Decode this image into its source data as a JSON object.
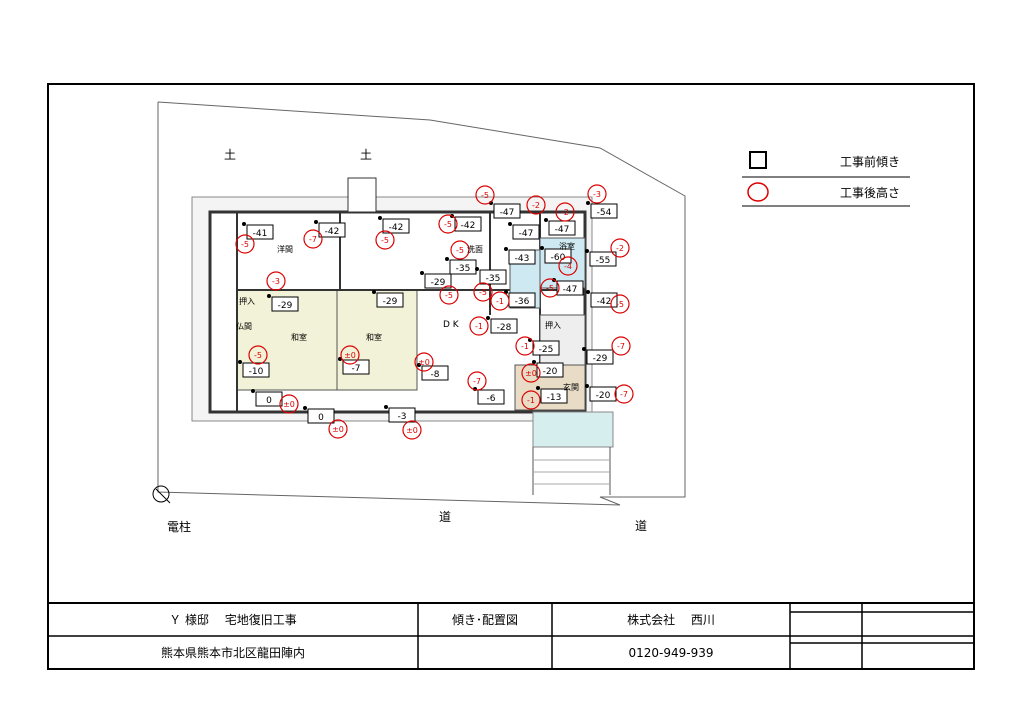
{
  "site": {
    "labels": {
      "soil_left": "土",
      "soil_right": "土",
      "road_bottom": "道",
      "road_right": "道",
      "utility_pole": "電柱"
    },
    "rooms": {
      "western": "洋間",
      "closet_left": "押入",
      "altar": "仏間",
      "tatami_1": "和室",
      "tatami_2": "和室",
      "dk": "D K",
      "bath": "浴室",
      "toilet": "洗面",
      "closet_right": "押入",
      "entrance": "玄関"
    }
  },
  "legend": {
    "before_label": "工事前傾き",
    "after_label": "工事後高さ"
  },
  "measurements_before": [
    "-41",
    "-42",
    "-42",
    "-42",
    "-47",
    "-47",
    "-47",
    "-54",
    "-35",
    "-35",
    "-43",
    "-60",
    "-55",
    "-29",
    "-29",
    "-29",
    "-36",
    "-47",
    "-42",
    "-28",
    "-25",
    "-29",
    "-10",
    "-7",
    "-8",
    "-20",
    "-6",
    "-13",
    "-20",
    "0",
    "0",
    "-3"
  ],
  "measurements_after": [
    "-5",
    "-7",
    "-5",
    "-5",
    "-5",
    "-2",
    "-2",
    "-3",
    "-5",
    "-5",
    "-2",
    "-7",
    "-5",
    "-1",
    "-4",
    "-5",
    "-5",
    "-1",
    "-1",
    "-7",
    "-5",
    "±0",
    "±0",
    "±0",
    "-1",
    "-3",
    "-7",
    "±0",
    "±0",
    "±0"
  ],
  "title_block": {
    "project": "Ｙ 様邸　 宅地復旧工事",
    "address": "熊本県熊本市北区龍田陣内",
    "drawing_name": "傾き･配置図",
    "company": "株式会社　 西川",
    "phone": "0120-949-939"
  }
}
